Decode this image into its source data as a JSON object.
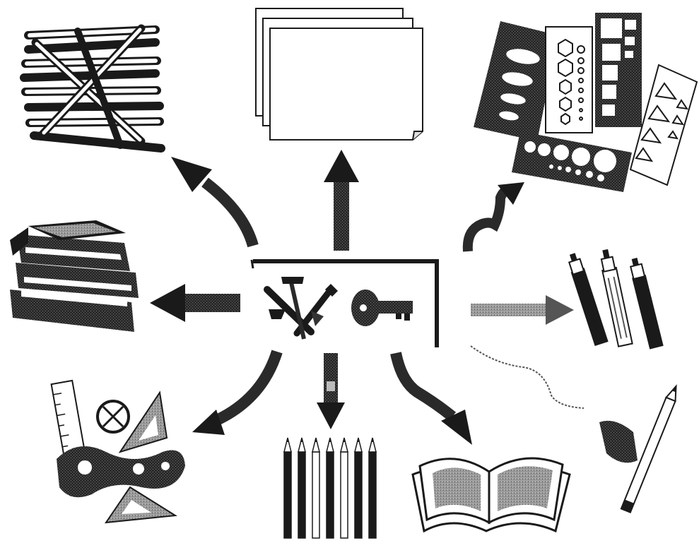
{
  "diagram": {
    "center": {
      "label": "",
      "items": [
        "tools-icon",
        "key-icon"
      ]
    },
    "nodes": [
      {
        "name": "marker-pens-bundle",
        "icon": "pens-icon"
      },
      {
        "name": "paper-sheets",
        "icon": "paper-icon"
      },
      {
        "name": "drawing-templates",
        "icon": "stencil-icon"
      },
      {
        "name": "book-stack",
        "icon": "books-icon"
      },
      {
        "name": "ink-pens",
        "icon": "ink-pen-icon"
      },
      {
        "name": "rulers-triangles-french-curve",
        "icon": "drafting-icon"
      },
      {
        "name": "colored-pencils",
        "icon": "pencils-icon"
      },
      {
        "name": "open-book",
        "icon": "open-book-icon"
      },
      {
        "name": "pencil-and-eraser",
        "icon": "pencil-eraser-icon"
      }
    ],
    "colors": {
      "ink": "#1a1a1a",
      "mid": "#6b6b6b",
      "light": "#bdbdbd",
      "paper": "#ffffff"
    }
  }
}
